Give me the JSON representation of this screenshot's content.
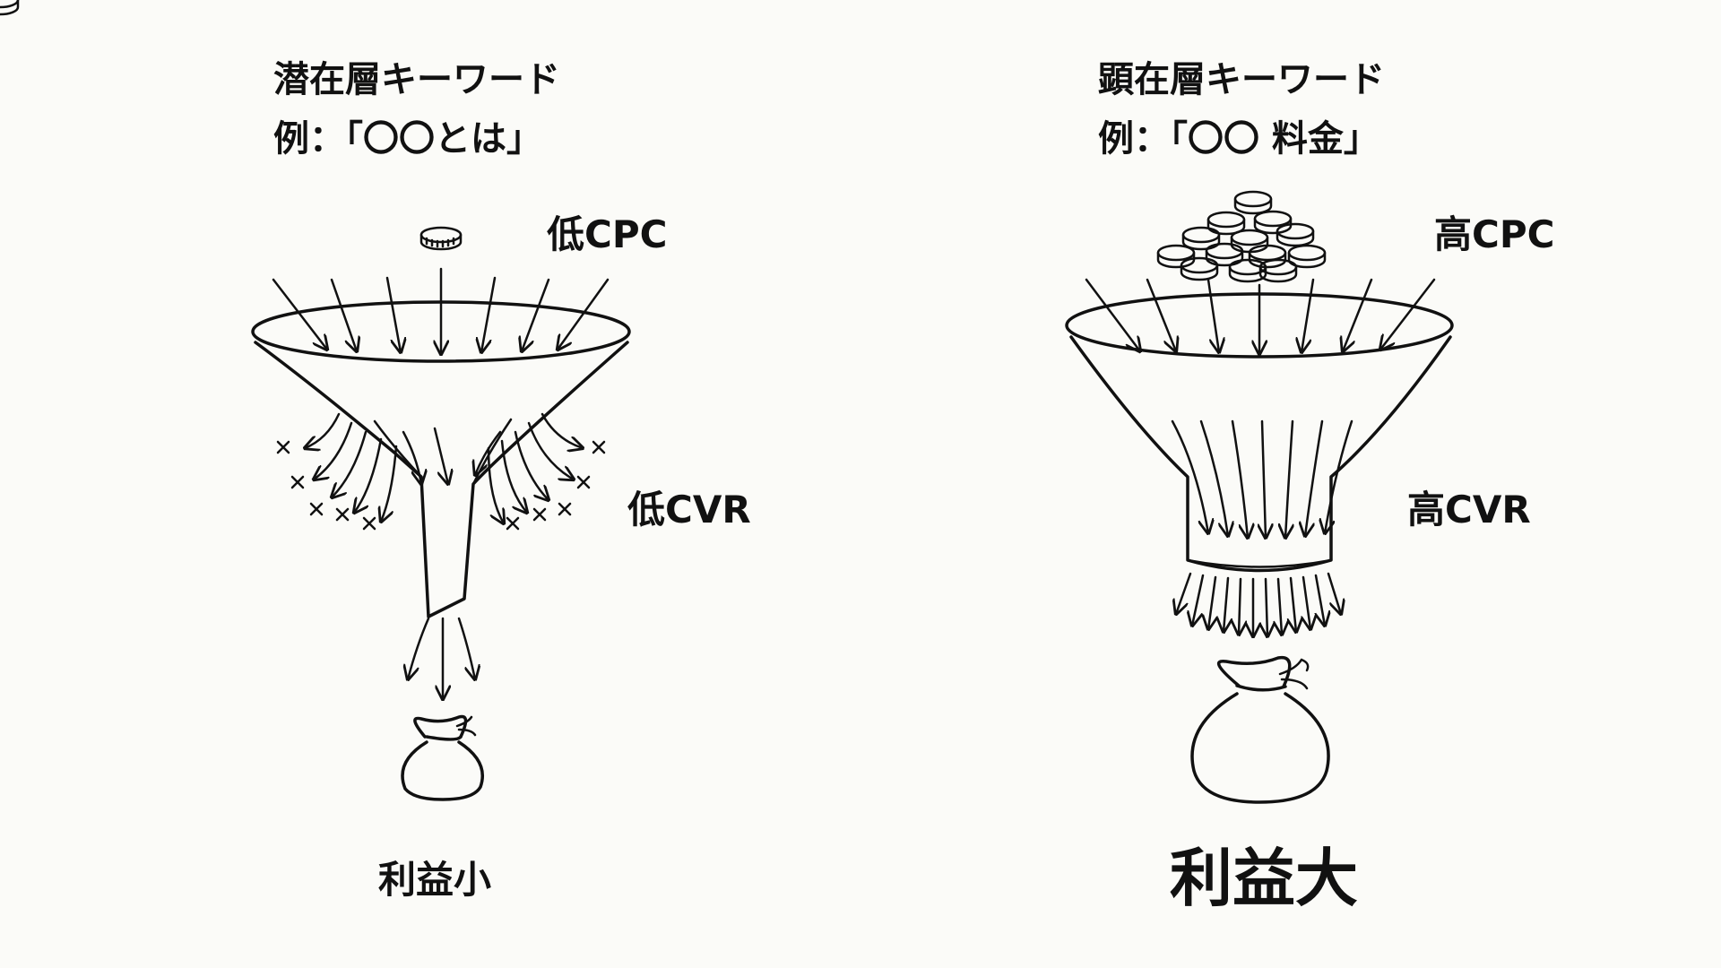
{
  "left": {
    "title": "潜在層キーワード",
    "example": "例：「〇〇とは」",
    "cpc": "低CPC",
    "cvr": "低CVR",
    "result": "利益小"
  },
  "right": {
    "title": "顕在層キーワード",
    "example": "例：「〇〇 料金」",
    "cpc": "高CPC",
    "cvr": "高CVR",
    "result": "利益大"
  },
  "icons": [
    "coin-icon",
    "coin-stack-icon",
    "money-bag-icon",
    "funnel-icon",
    "arrow-icon",
    "cross-icon"
  ]
}
